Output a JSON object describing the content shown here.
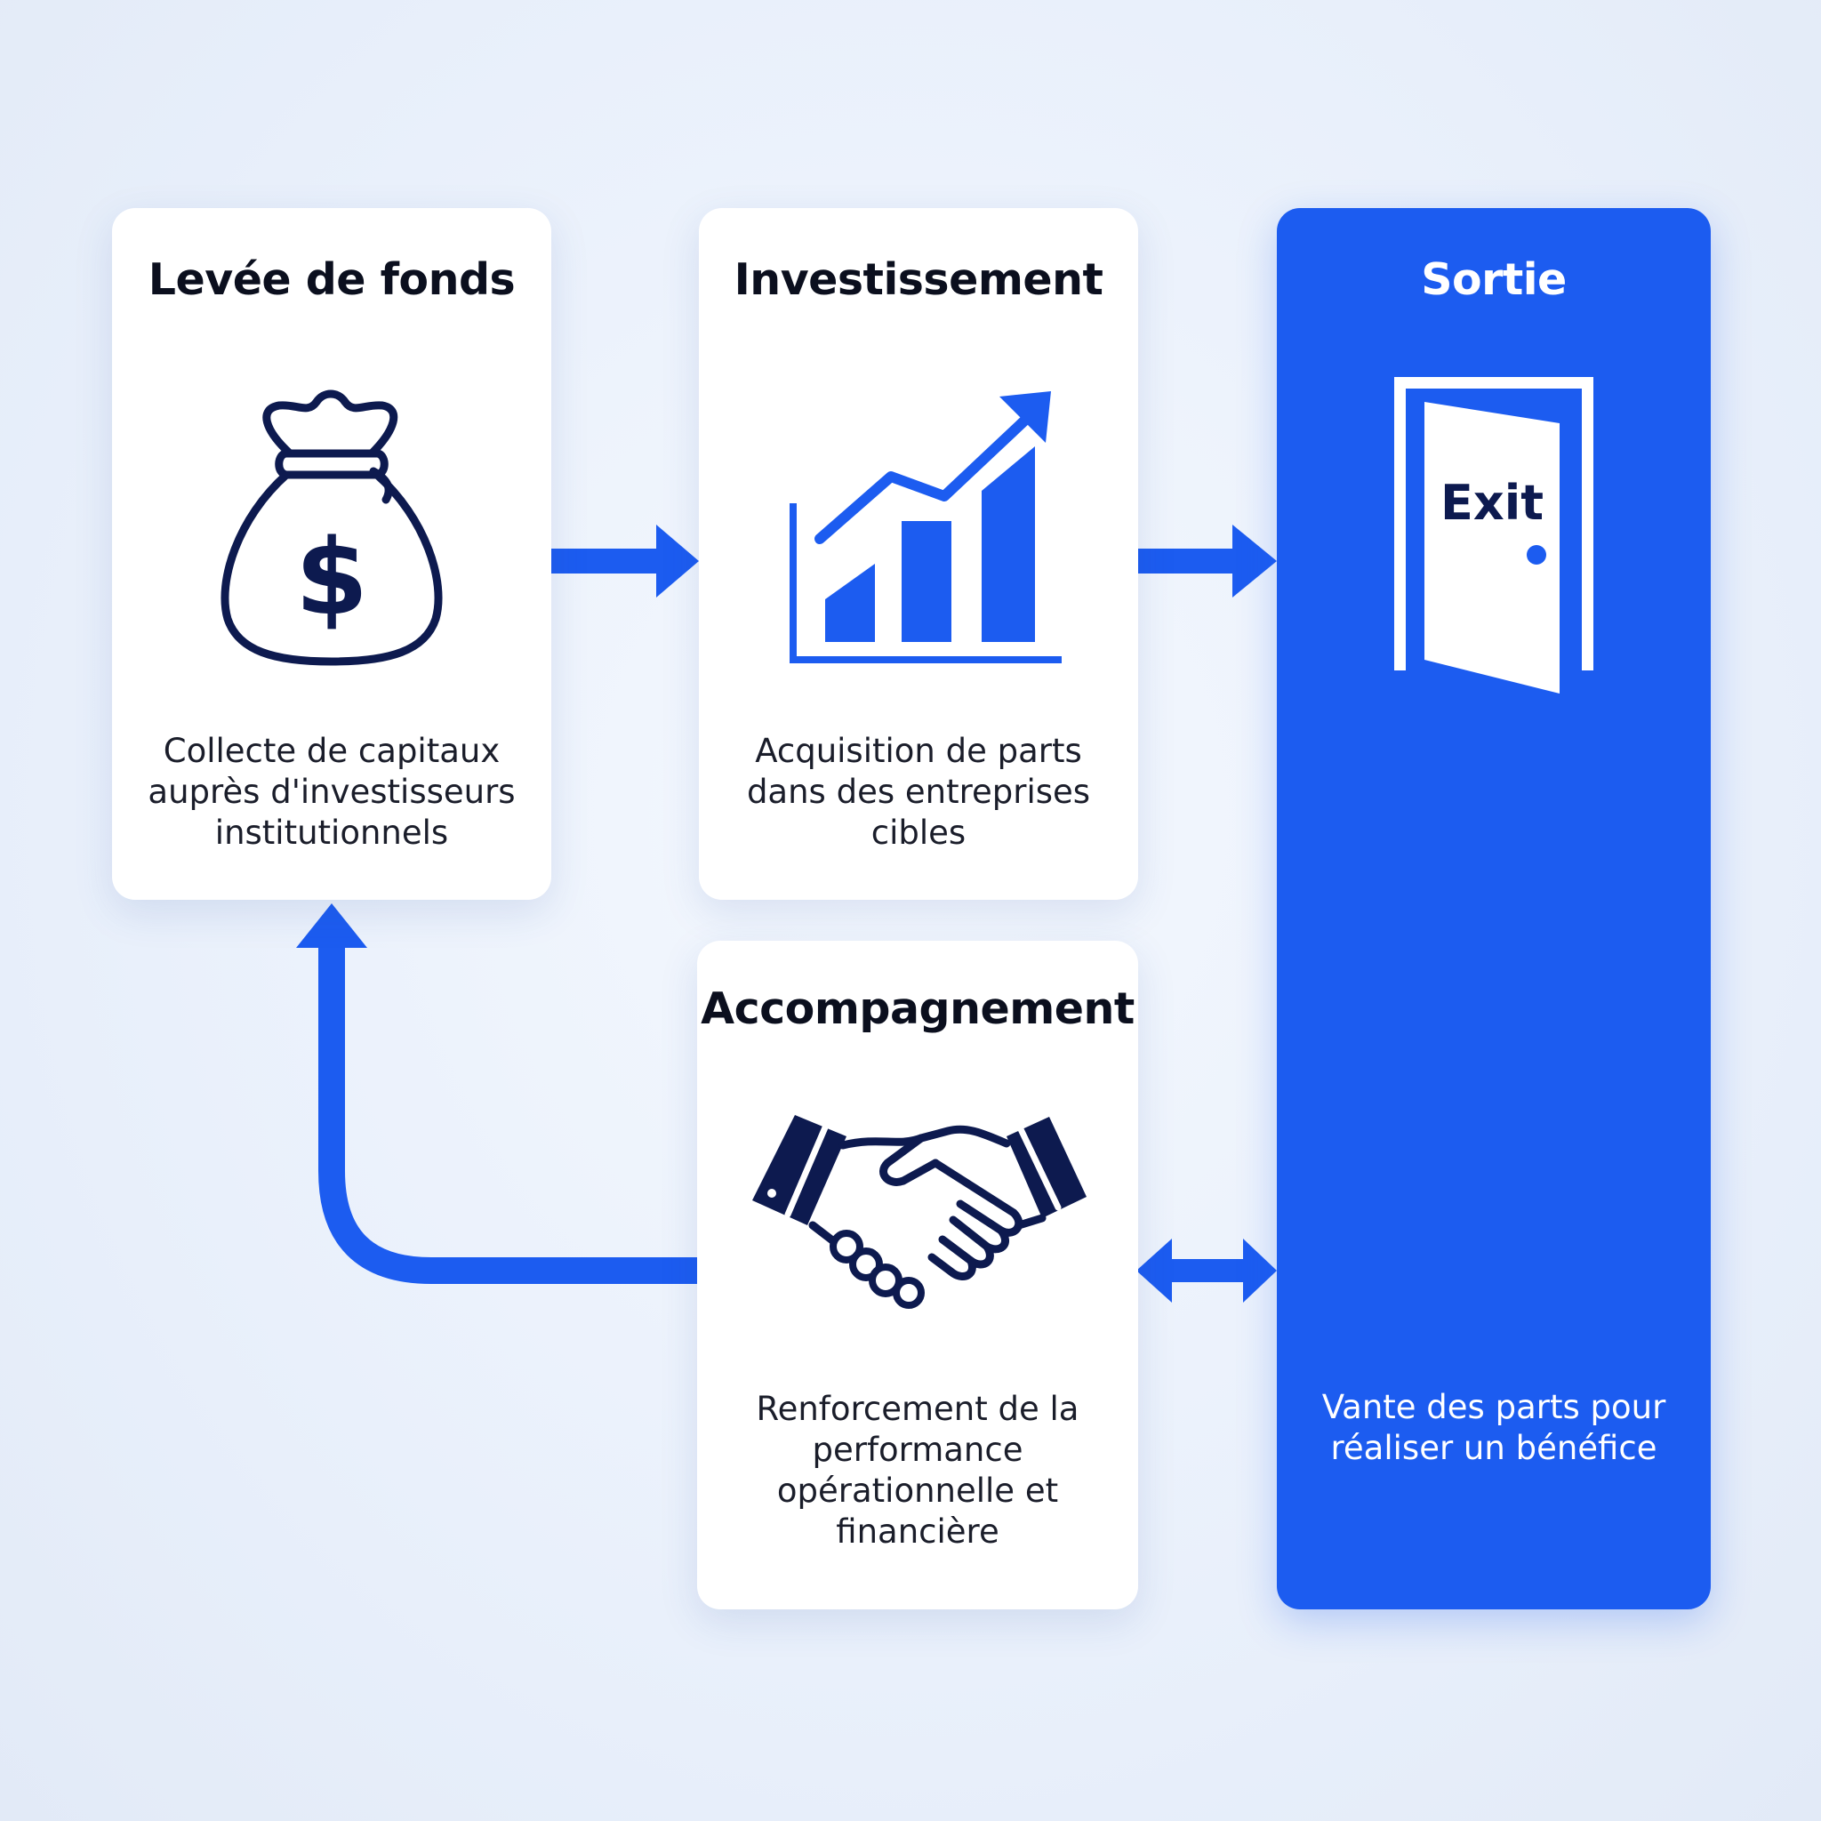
{
  "steps": [
    {
      "title": "Levée de fonds",
      "description": "Collecte de capitaux auprès d'investisseurs institutionnels",
      "icon": "money-bag-icon"
    },
    {
      "title": "Investissement",
      "description": "Acquisition de parts dans des entreprises cibles",
      "icon": "growth-chart-icon"
    },
    {
      "title": "Accompagnement",
      "description": "Renforcement de la performance opérationnelle et financière",
      "icon": "handshake-icon"
    },
    {
      "title": "Sortie",
      "description": "Vante des parts pour réaliser un bénéfice",
      "icon": "exit-door-icon",
      "icon_label": "Exit"
    }
  ],
  "colors": {
    "accent": "#1c5cf0",
    "icon_dark": "#0d1a4f",
    "card": "#ffffff",
    "background": "#eaf0fb"
  }
}
